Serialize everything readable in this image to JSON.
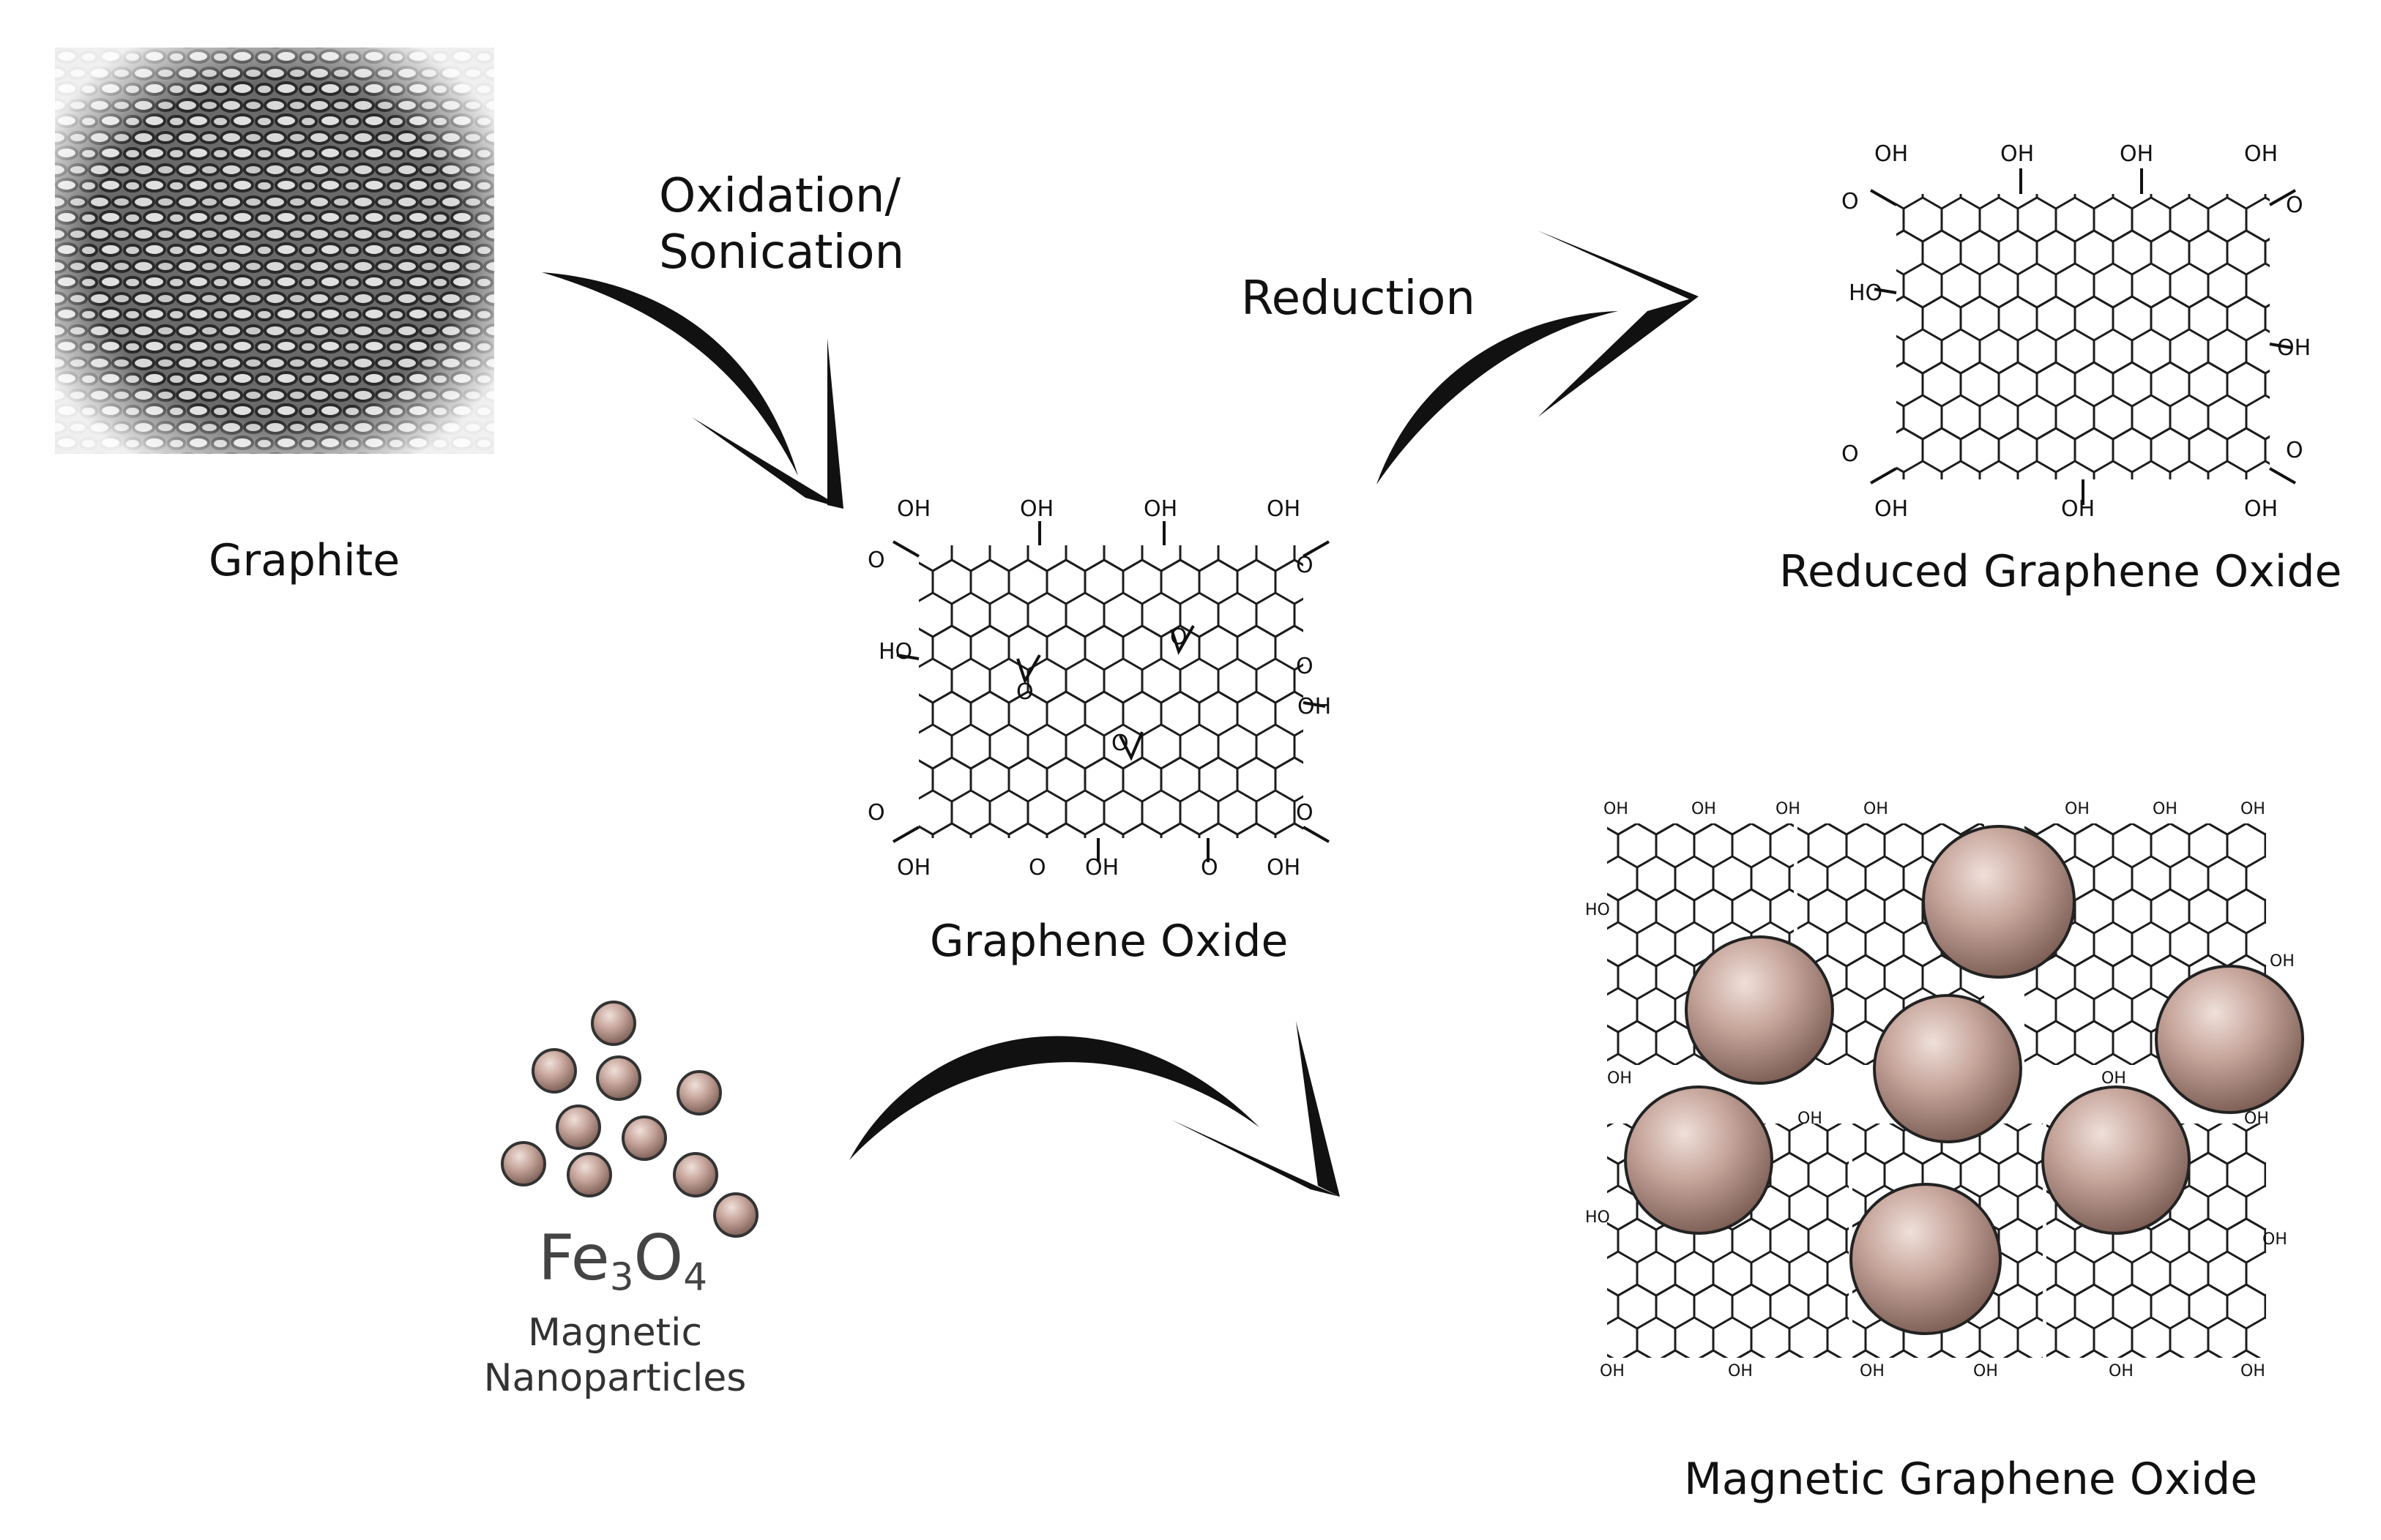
{
  "labels": {
    "graphite": "Graphite",
    "graphene_oxide": "Graphene Oxide",
    "reduced_graphene_oxide": "Reduced Graphene Oxide",
    "magnetic_graphene_oxide": "Magnetic Graphene Oxide",
    "step_oxidation_line1": "Oxidation/",
    "step_oxidation_line2": "Sonication",
    "step_reduction": "Reduction",
    "fe": "Fe",
    "fe_sub": "3",
    "o": "O",
    "o_sub": "4",
    "magnetic_line1": "Magnetic",
    "magnetic_line2": "Nanoparticles"
  },
  "groups": {
    "oh": "OH",
    "ho": "HO",
    "o": "O"
  },
  "colors": {
    "nanoparticle_fill": "#b9968c",
    "nanoparticle_dark": "#7c5e55",
    "arrow": "#111111",
    "graphite": "#555555"
  },
  "icons": {
    "process_arrow": "curved-arrow-icon",
    "nanoparticle": "sphere-icon"
  }
}
